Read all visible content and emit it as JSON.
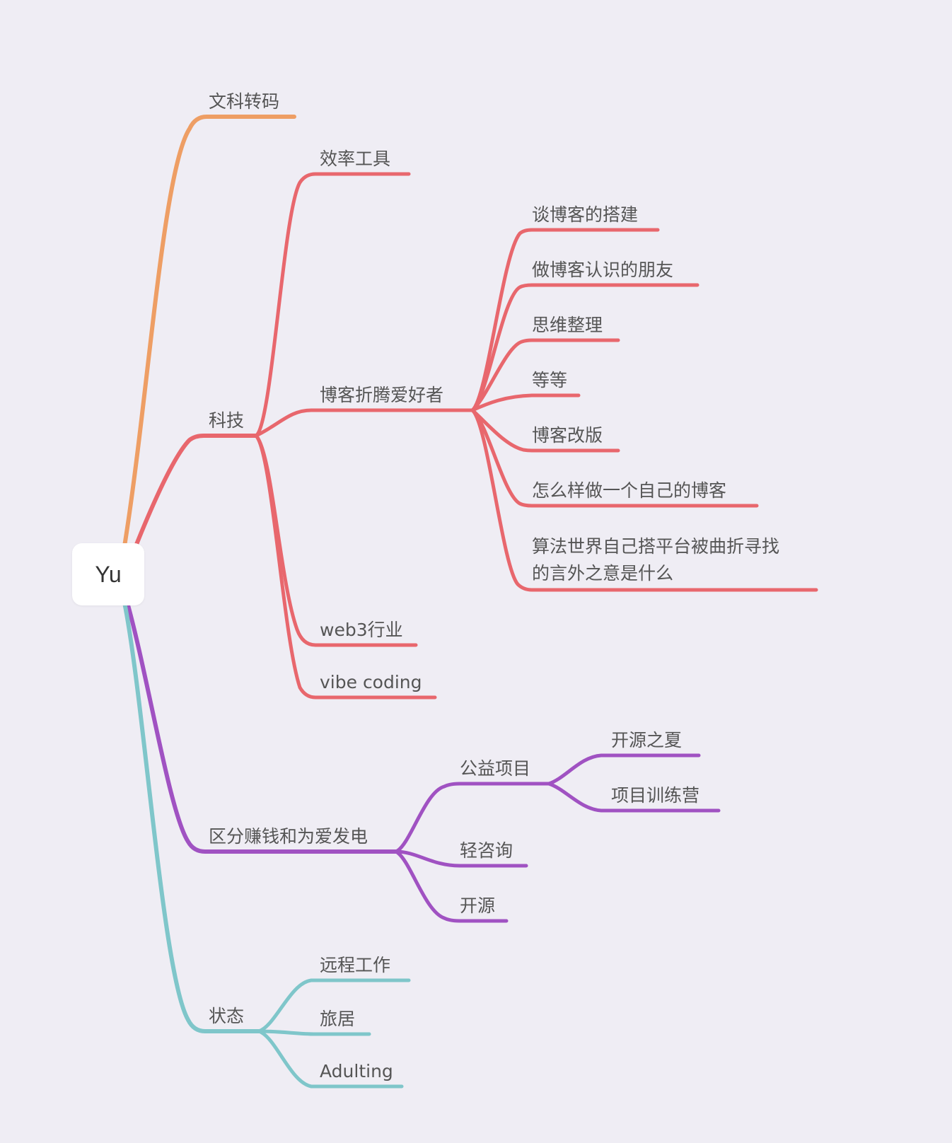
{
  "mindmap": {
    "root": "Yu",
    "branches": [
      {
        "label": "文科转码",
        "color": "#ee9e64",
        "children": []
      },
      {
        "label": "科技",
        "color": "#e8676d",
        "children": [
          {
            "label": "效率工具",
            "children": []
          },
          {
            "label": "博客折腾爱好者",
            "children": [
              {
                "label": "谈博客的搭建"
              },
              {
                "label": "做博客认识的朋友"
              },
              {
                "label": "思维整理"
              },
              {
                "label": "等等"
              },
              {
                "label": "博客改版"
              },
              {
                "label": "怎么样做一个自己的博客"
              },
              {
                "label": "算法世界自己搭平台被曲折寻找",
                "label_line2": "的言外之意是什么"
              }
            ]
          },
          {
            "label": "web3行业",
            "children": []
          },
          {
            "label": "vibe coding",
            "children": []
          }
        ]
      },
      {
        "label": "区分赚钱和为爱发电",
        "color": "#a052c2",
        "children": [
          {
            "label": "公益项目",
            "children": [
              {
                "label": "开源之夏"
              },
              {
                "label": "项目训练营"
              }
            ]
          },
          {
            "label": "轻咨询",
            "children": []
          },
          {
            "label": "开源",
            "children": []
          }
        ]
      },
      {
        "label": "状态",
        "color": "#7fc6ca",
        "children": [
          {
            "label": "远程工作"
          },
          {
            "label": "旅居"
          },
          {
            "label": "Adulting"
          }
        ]
      }
    ]
  }
}
